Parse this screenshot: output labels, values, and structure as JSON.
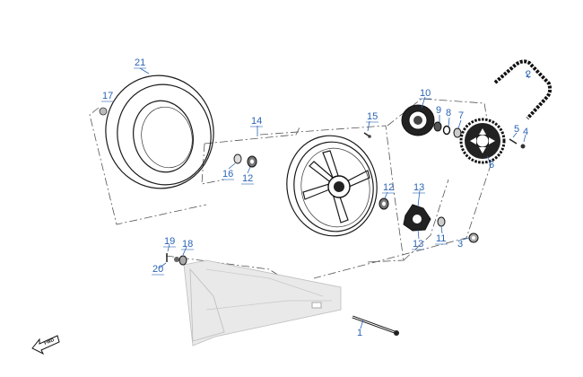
{
  "diagram": {
    "callouts": [
      {
        "id": "c21",
        "text": "21"
      },
      {
        "id": "c17",
        "text": "17"
      },
      {
        "id": "c14",
        "text": "14"
      },
      {
        "id": "c15",
        "text": "15"
      },
      {
        "id": "c10",
        "text": "10"
      },
      {
        "id": "c9",
        "text": "9"
      },
      {
        "id": "c8",
        "text": "8"
      },
      {
        "id": "c7",
        "text": "7"
      },
      {
        "id": "c2",
        "text": "2"
      },
      {
        "id": "c5",
        "text": "5"
      },
      {
        "id": "c4",
        "text": "4"
      },
      {
        "id": "c6",
        "text": "6"
      },
      {
        "id": "c16",
        "text": "16"
      },
      {
        "id": "c12a",
        "text": "12"
      },
      {
        "id": "c12b",
        "text": "12"
      },
      {
        "id": "c13a",
        "text": "13"
      },
      {
        "id": "c13b",
        "text": "13"
      },
      {
        "id": "c11",
        "text": "11"
      },
      {
        "id": "c3",
        "text": "3"
      },
      {
        "id": "c19",
        "text": "19"
      },
      {
        "id": "c18",
        "text": "18"
      },
      {
        "id": "c20",
        "text": "20"
      },
      {
        "id": "c1",
        "text": "1"
      }
    ],
    "fwd_label": "FWD",
    "colors": {
      "callout": "#2a64b4",
      "ink": "#1a1a1a",
      "swingarm": "#e9e9e9"
    }
  }
}
